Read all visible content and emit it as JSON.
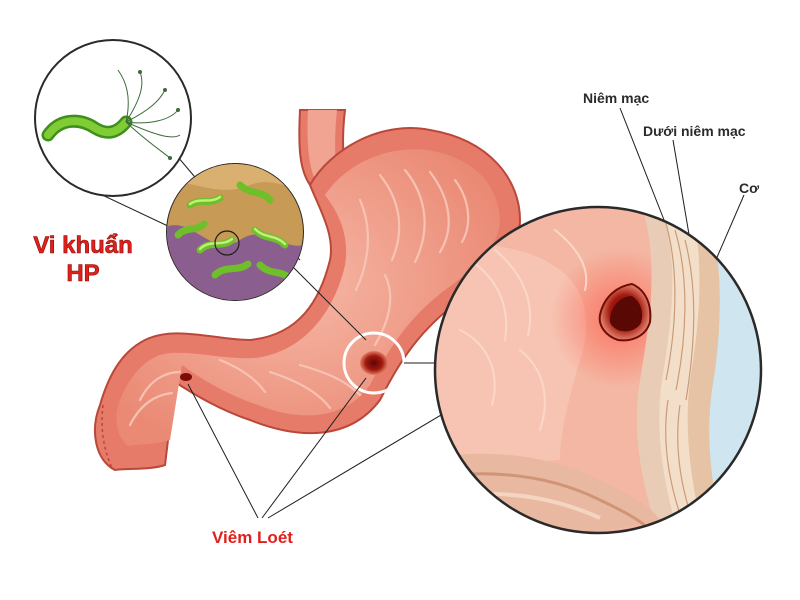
{
  "labels": {
    "hp_bacteria": "Vi khuẩn HP",
    "ulcer": "Viêm Loét",
    "mucosa": "Niêm mạc",
    "submucosa": "Dưới niêm mạc",
    "muscle": "Cơ"
  },
  "colors": {
    "label_red": "#e0201c",
    "label_dark": "#2b2b2b",
    "stomach_outer": "#e77b6a",
    "stomach_inner": "#f2a493",
    "ulcer": "#a3180f",
    "bacteria": "#6fbf2a",
    "magnifier_blue": "#cde3ee"
  }
}
